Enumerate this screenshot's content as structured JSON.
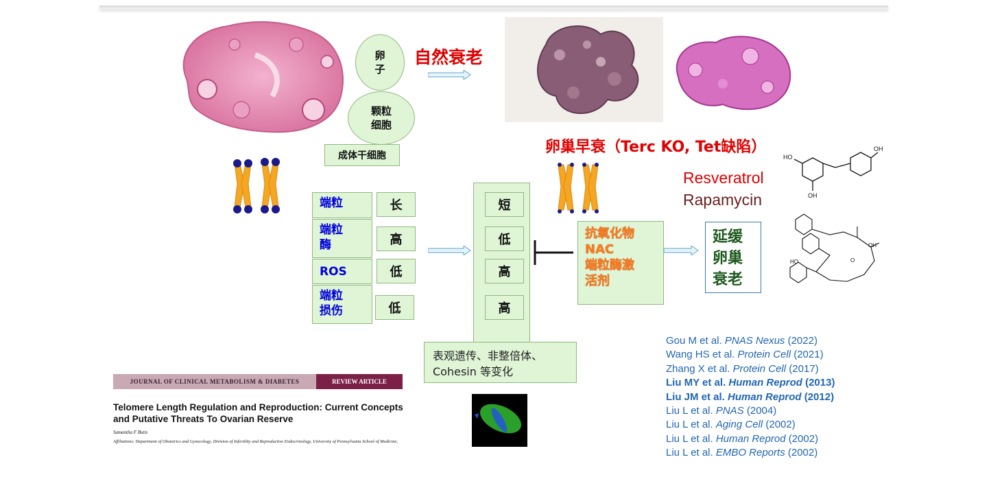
{
  "ovum_label": "卵\n子",
  "granulosa_label": "颗粒\n细胞",
  "stem_cell_label": "成体干细胞",
  "natural_aging_title": "自然衰老",
  "premature_title": "卵巢早衰（Terc KO, Tet缺陷）",
  "drugs": {
    "resveratrol": "Resveratrol",
    "rapamycin": "Rapamycin"
  },
  "left_factors": [
    {
      "label": "端粒",
      "value": "长"
    },
    {
      "label": "端粒\n酶",
      "value": "高"
    },
    {
      "label": "ROS",
      "value": "低"
    },
    {
      "label": "端粒\n损伤",
      "value": "低"
    }
  ],
  "right_values": [
    "短",
    "低",
    "高",
    "高"
  ],
  "epigenetic_text": "表观遗传、非整倍体、Cohesin 等变化",
  "antioxidant_text": "抗氧化物\nNAC\n端粒酶激\n活剂",
  "delay_text": "延缓\n卵巢\n衰老",
  "journal": {
    "name": "JOURNAL OF CLINICAL METABOLISM & DIABETES",
    "type": "REVIEW ARTICLE",
    "title": "Telomere Length Regulation and Reproduction: Current Concepts and Putative Threats To Ovarian Reserve",
    "author": "Samantha F Butts",
    "affiliation": "Affiliations: Department of Obstetrics and Gynecology, Division of Infertility and Reproductive Endocrinology, University of Pennsylvania School of Medicine,"
  },
  "references": [
    {
      "authors": "Gou M et al.",
      "journal": "PNAS Nexus",
      "year": "(2022)",
      "bold": false
    },
    {
      "authors": "Wang HS et al.",
      "journal": "Protein Cell",
      "year": "(2021)",
      "bold": false
    },
    {
      "authors": "Zhang X et al.",
      "journal": "Protein Cell",
      "year": "(2017)",
      "bold": false
    },
    {
      "authors": "Liu MY et al.",
      "journal": "Human Reprod",
      "year": "(2013)",
      "bold": true
    },
    {
      "authors": "Liu JM et al.",
      "journal": "Human Reprod",
      "year": "(2012)",
      "bold": true
    },
    {
      "authors": "Liu L et al.",
      "journal": "PNAS",
      "year": "(2004)",
      "bold": false
    },
    {
      "authors": "Liu L et al.",
      "journal": "Aging Cell",
      "year": "(2002)",
      "bold": false
    },
    {
      "authors": "Liu L et al.",
      "journal": "Human Reprod",
      "year": "(2002)",
      "bold": false
    },
    {
      "authors": "Liu L et al.",
      "journal": "EMBO Reports",
      "year": "(2002)",
      "bold": false
    }
  ],
  "colors": {
    "red": "#e00000",
    "blue_label": "#0000dd",
    "orange": "#ff7a1a",
    "dark_green": "#1e5a1e",
    "ref_blue": "#2266b0",
    "box_green": "#dff5d6"
  }
}
